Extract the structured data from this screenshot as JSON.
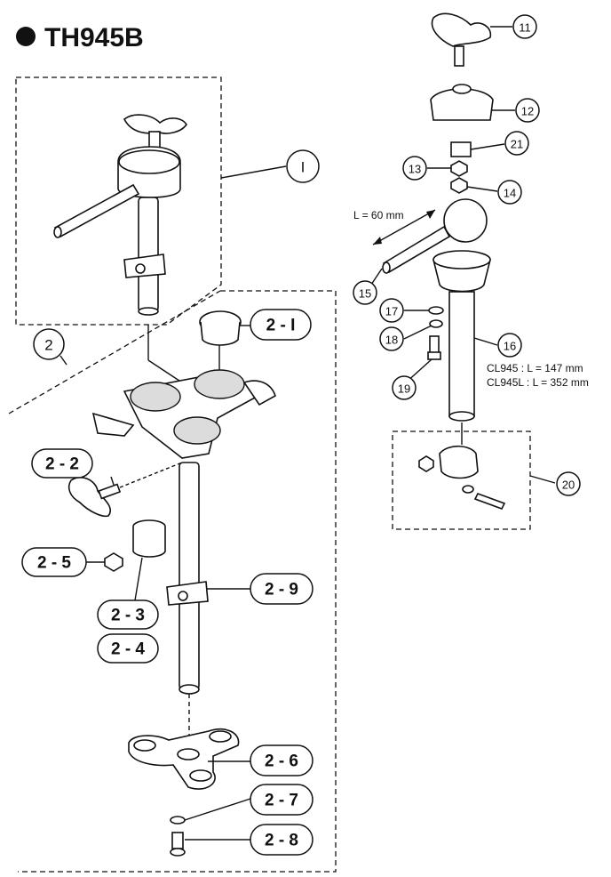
{
  "title": "TH945B",
  "labels": {
    "c1": "I",
    "c2": "2",
    "c11": "11",
    "c12": "12",
    "c13": "13",
    "c14": "14",
    "c15": "15",
    "c16": "16",
    "c17": "17",
    "c18": "18",
    "c19": "19",
    "c20": "20",
    "c21": "21",
    "p2_1": "2 - I",
    "p2_2": "2 - 2",
    "p2_3": "2 - 3",
    "p2_4": "2 - 4",
    "p2_5": "2 - 5",
    "p2_6": "2 - 6",
    "p2_7": "2 - 7",
    "p2_8": "2 - 8",
    "p2_9": "2 - 9"
  },
  "notes": {
    "length_15": "L = 60 mm",
    "cl945": "CL945   : L = 147 mm",
    "cl945l": "CL945L : L = 352 mm"
  }
}
